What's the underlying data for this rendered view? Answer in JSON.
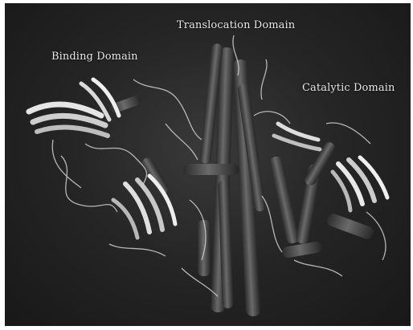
{
  "figure": {
    "labels": {
      "binding": "Binding Domain",
      "translocation": "Translocation Domain",
      "catalytic": "Catalytic Domain"
    }
  },
  "colors": {
    "background": "#262626",
    "helix": "#555555",
    "ribbon": "#e8e8e8",
    "label": "#e9e9e9"
  }
}
